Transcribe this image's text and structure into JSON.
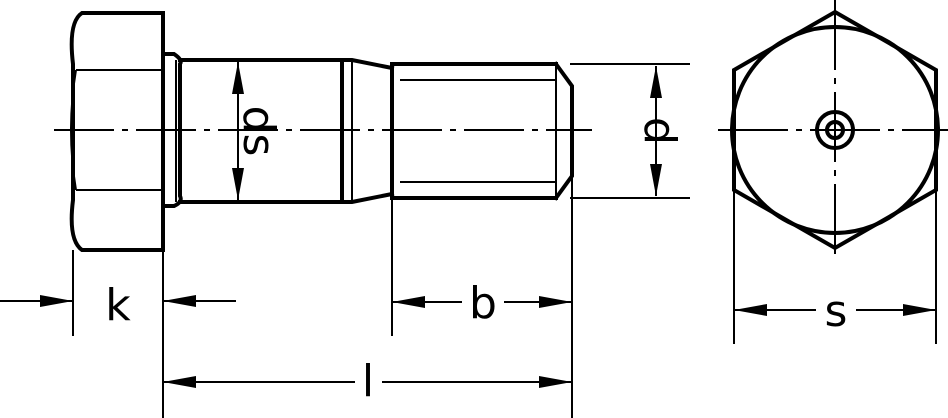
{
  "diagram": {
    "labels": {
      "k": "k",
      "ds": "ds",
      "d": "d",
      "b": "b",
      "l": "l",
      "s": "s"
    },
    "colors": {
      "stroke": "#000000",
      "background": "#ffffff"
    }
  }
}
